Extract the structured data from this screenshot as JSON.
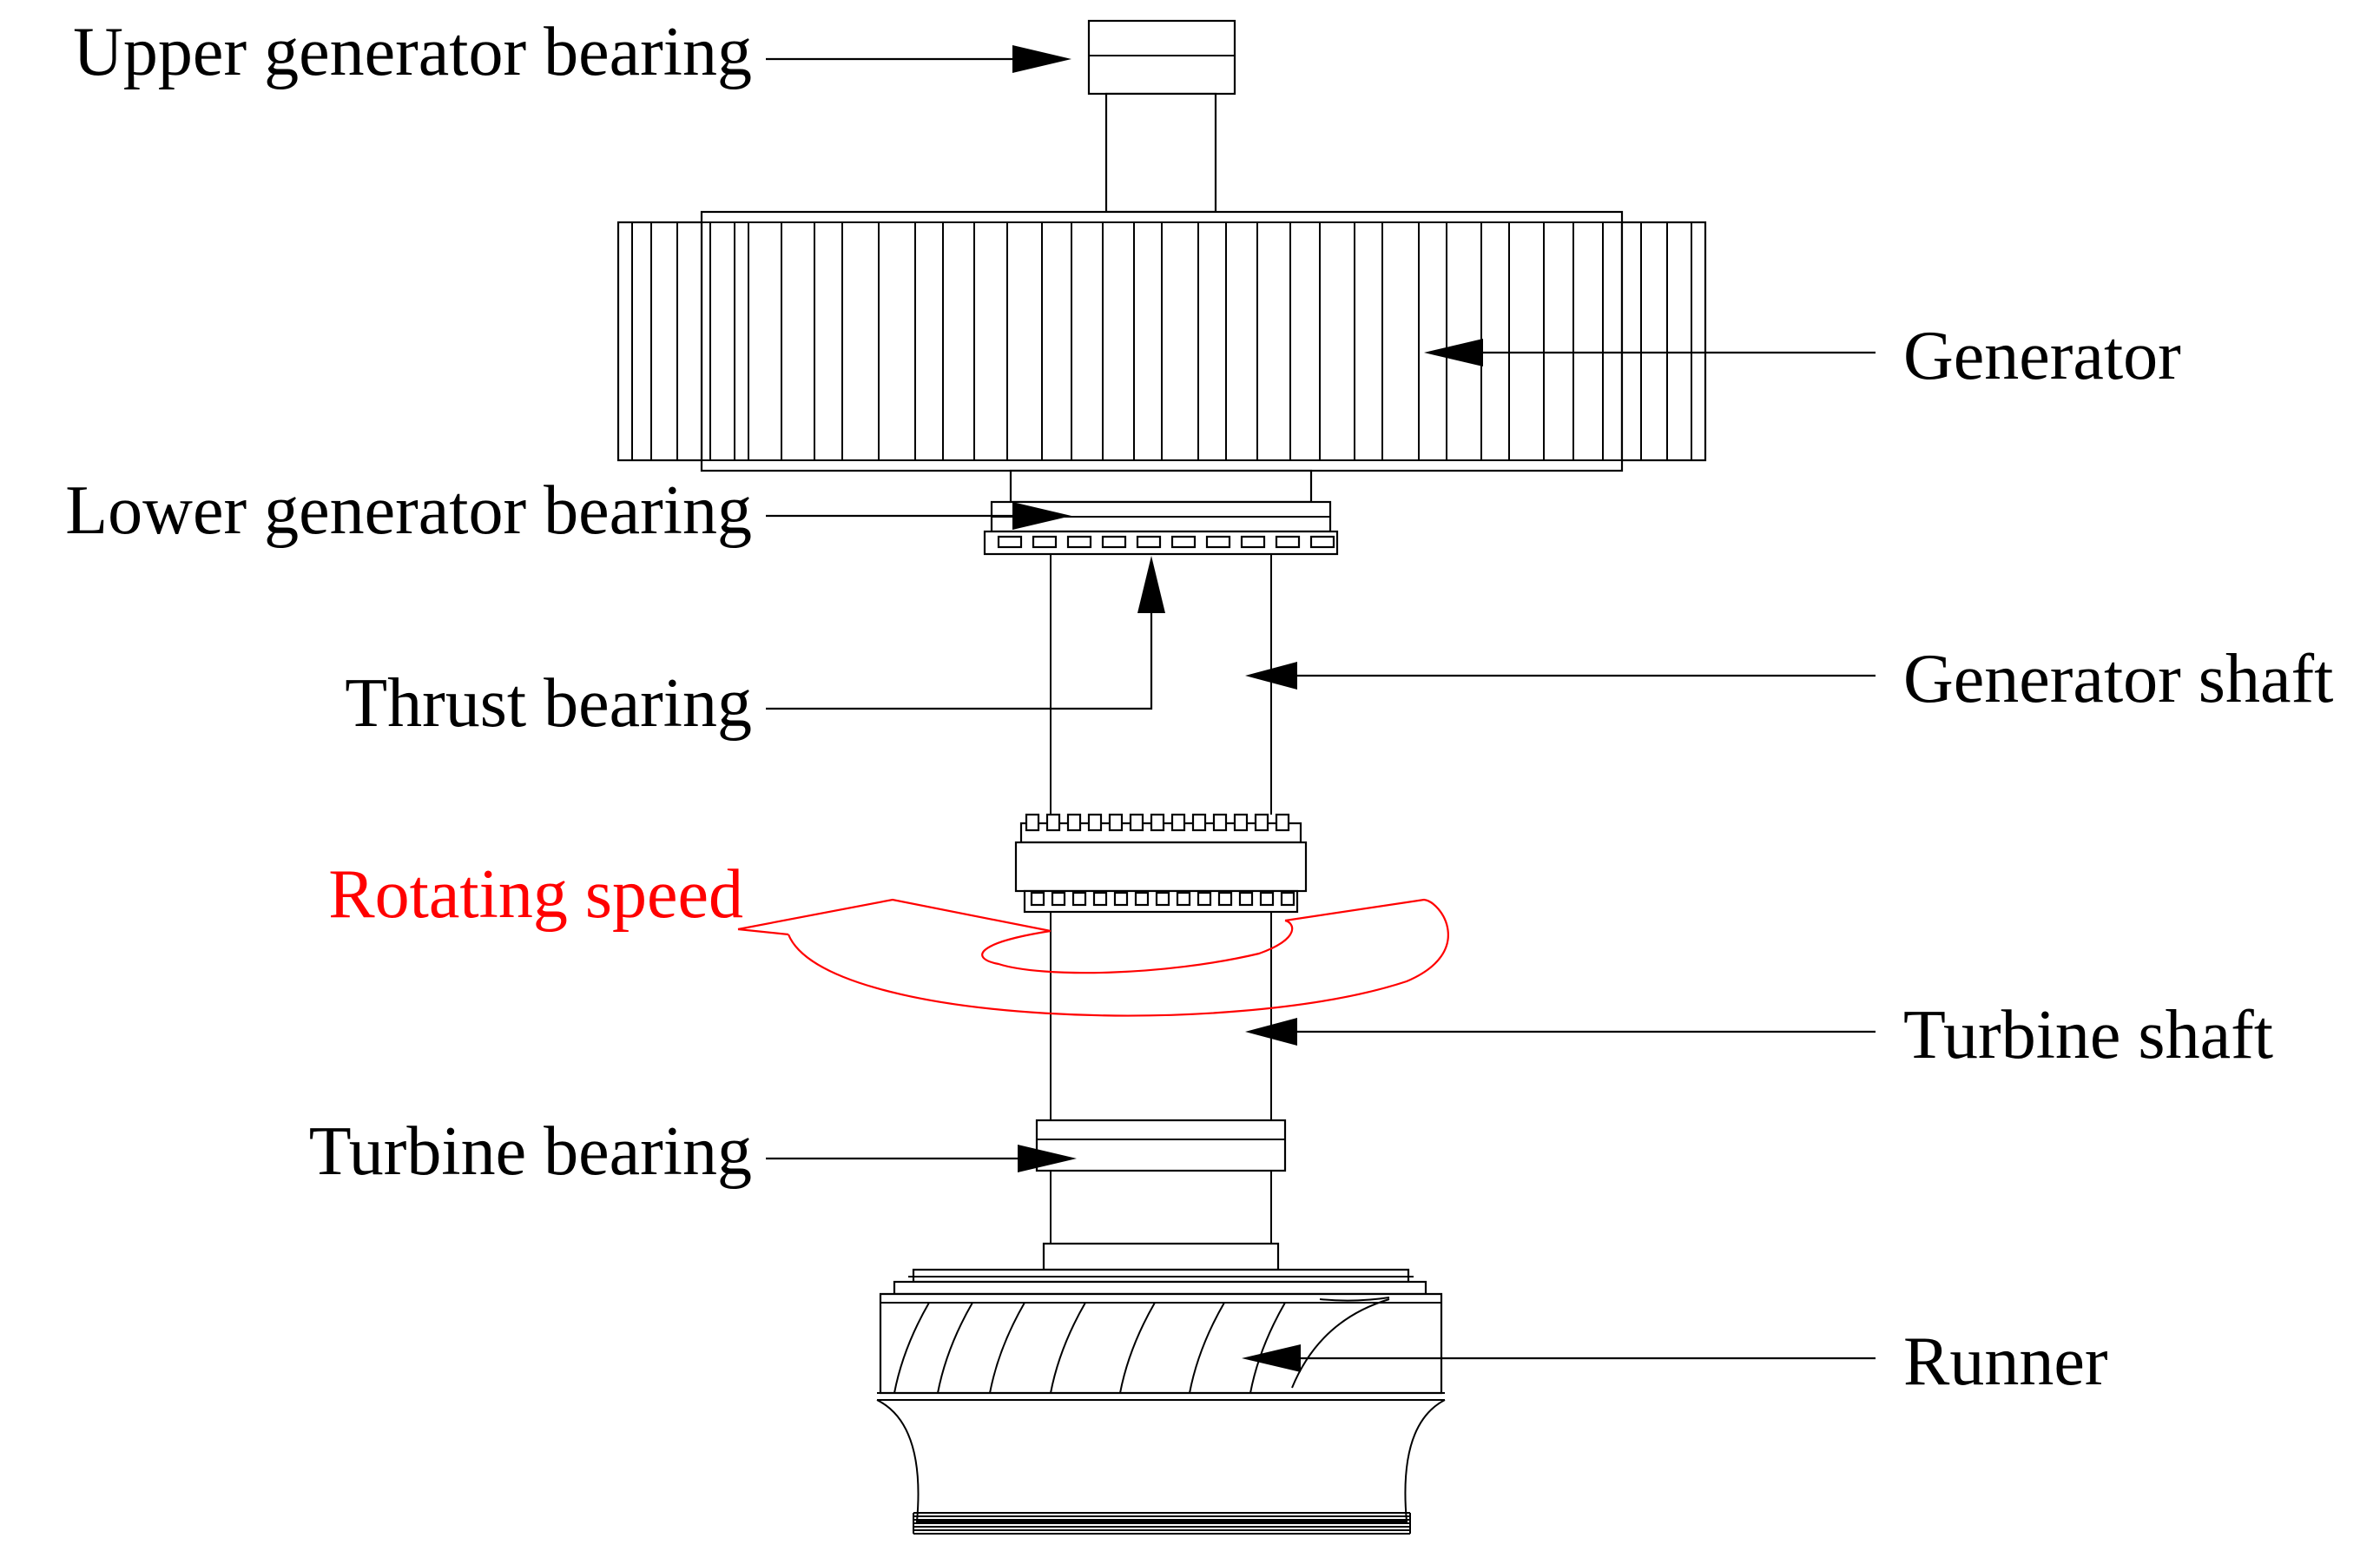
{
  "labels": {
    "upper_generator_bearing": "Upper generator bearing",
    "generator": "Generator",
    "lower_generator_bearing": "Lower generator bearing",
    "thrust_bearing": "Thrust bearing",
    "generator_shaft": "Generator shaft",
    "rotating_speed": "Rotating speed",
    "turbine_shaft": "Turbine shaft",
    "turbine_bearing": "Turbine bearing",
    "runner": "Runner"
  },
  "colors": {
    "line": "#000000",
    "rotation": "#ff0000",
    "background": "#ffffff"
  }
}
